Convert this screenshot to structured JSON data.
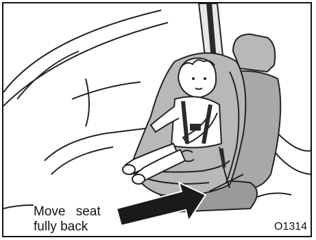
{
  "caption": {
    "line1": "Move seat",
    "line2": "fully back"
  },
  "figure_code": "O1314",
  "colors": {
    "line": "#222222",
    "seat_fill": "#b8b8b8",
    "seat_shade": "#9a9a9a",
    "arrow_fill": "#1a1a1a",
    "belt_fill": "#2a2a2a"
  },
  "icons": {
    "child_seat": "child-safety-seat",
    "arrow": "move-direction-arrow"
  }
}
